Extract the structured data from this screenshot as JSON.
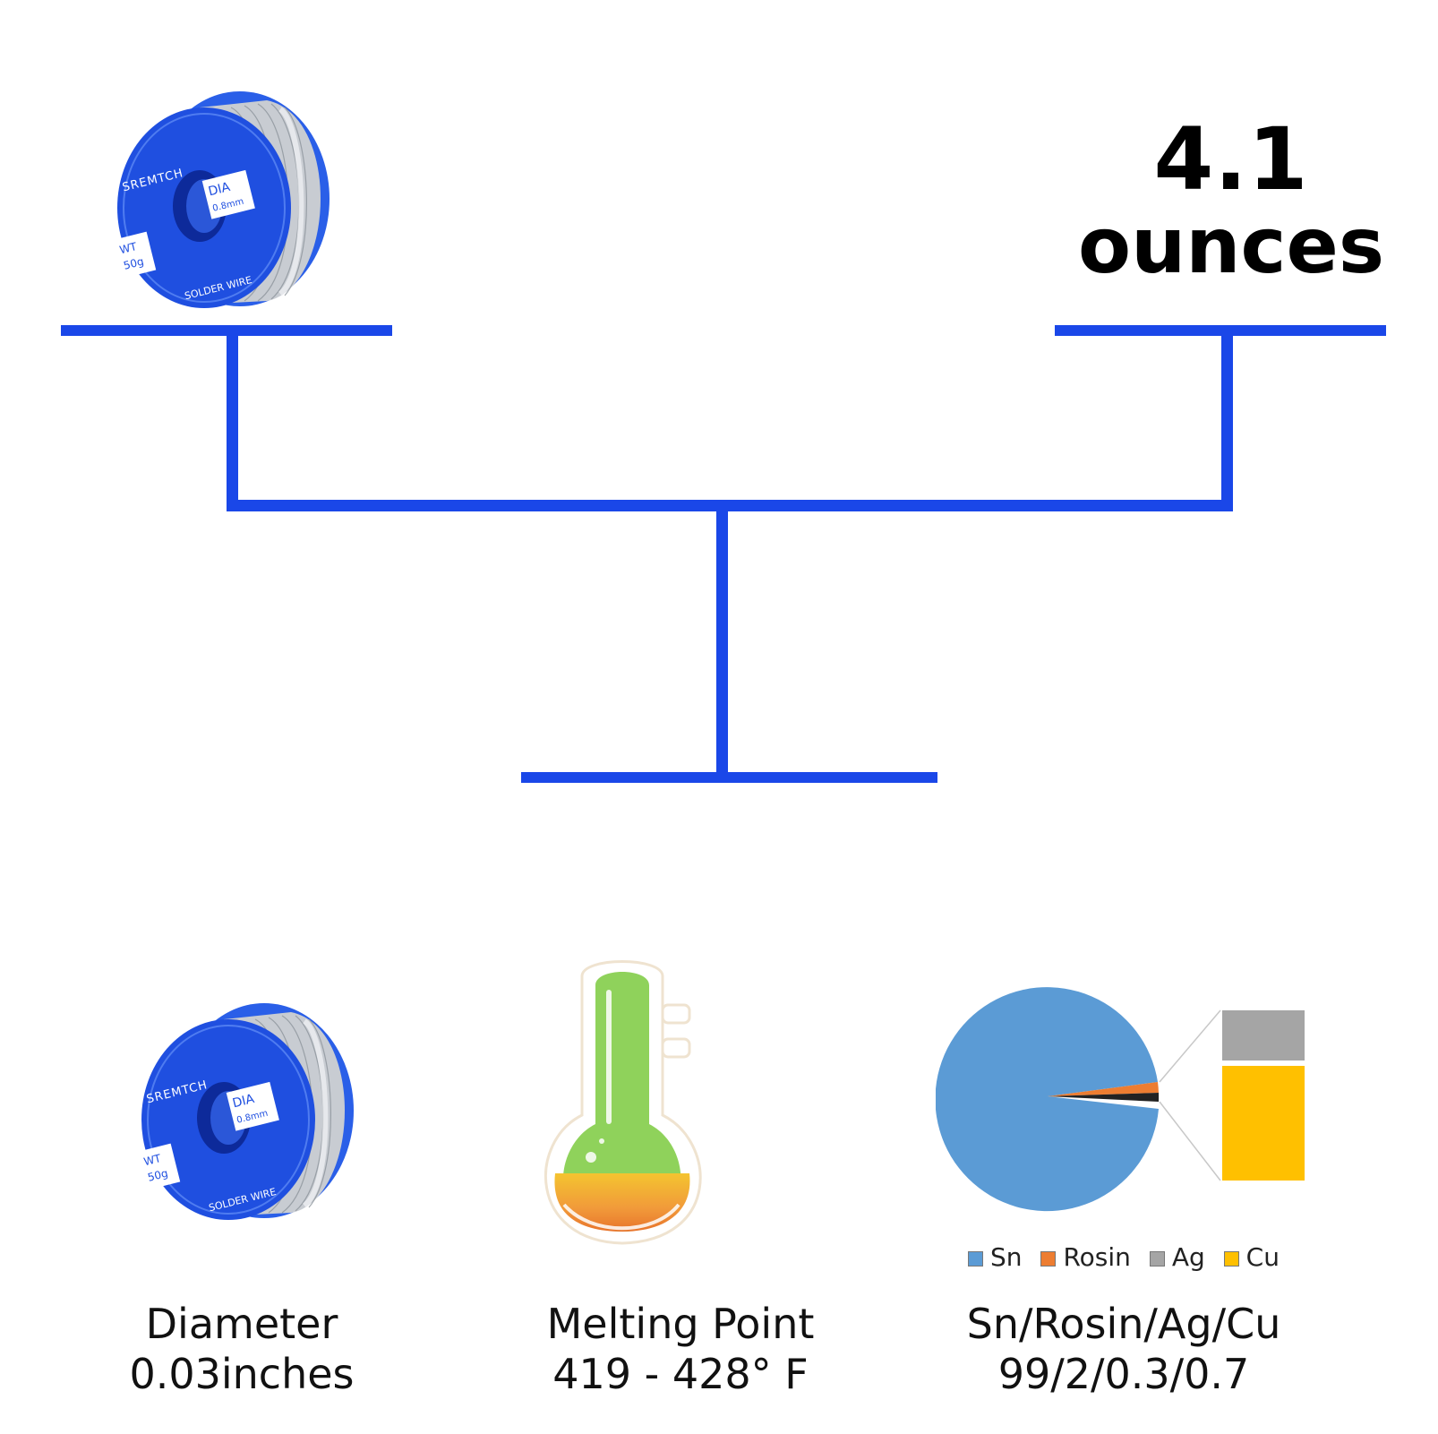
{
  "weight": {
    "value": "4.1",
    "unit": "ounces"
  },
  "spool_label": {
    "brand": "SREMTCH",
    "dia_label": "DIA",
    "dia_value": "0.8mm",
    "wt_label": "WT",
    "wt_value": "50g",
    "product": "SOLDER WIRE"
  },
  "features": [
    {
      "line1": "Diameter",
      "line2": "0.03inches"
    },
    {
      "line1": "Melting Point",
      "line2": "419 - 428° F"
    },
    {
      "line1": "Sn/Rosin/Ag/Cu",
      "line2": "99/2/0.3/0.7"
    }
  ],
  "composition": {
    "legend": [
      {
        "name": "Sn",
        "color": "#5b9bd5"
      },
      {
        "name": "Rosin",
        "color": "#ed7d31"
      },
      {
        "name": "Ag",
        "color": "#a5a5a5"
      },
      {
        "name": "Cu",
        "color": "#ffc000"
      }
    ]
  },
  "colors": {
    "scale": "#1a47e8",
    "spool": "#1f4fe0"
  }
}
